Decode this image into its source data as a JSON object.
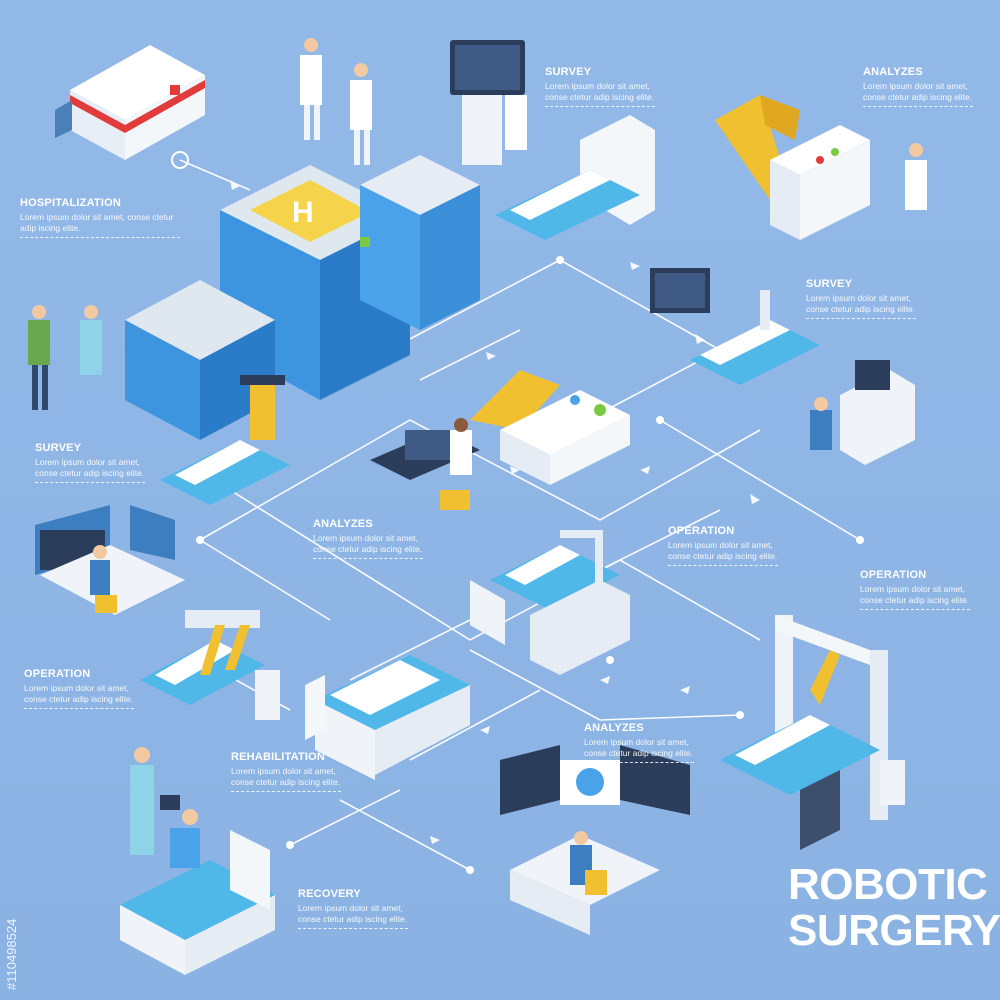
{
  "title": {
    "line1": "ROBOTIC",
    "line2": "SURGERY"
  },
  "steps": [
    {
      "heading": "HOSPITALIZATION",
      "body": "Lorem ipsum dolor sit amet, conse ctetur adip iscing elite."
    },
    {
      "heading": "SURVEY",
      "body": "Lorem ipsum dolor sit amet, conse ctetur adip iscing elite."
    },
    {
      "heading": "ANALYZES",
      "body": "Lorem ipsum dolor sit amet, conse ctetur adip iscing elite."
    },
    {
      "heading": "SURVEY",
      "body": "Lorem ipsum dolor sit amet, conse ctetur adip iscing elite."
    },
    {
      "heading": "SURVEY",
      "body": "Lorem ipsum dolor sit amet, conse ctetur adip iscing elite."
    },
    {
      "heading": "ANALYZES",
      "body": "Lorem ipsum dolor sit amet, conse ctetur adip iscing elite."
    },
    {
      "heading": "OPERATION",
      "body": "Lorem ipsum dolor sit amet, conse ctetur adip iscing elite."
    },
    {
      "heading": "OPERATION",
      "body": "Lorem ipsum dolor sit amet, conse ctetur adip iscing elite."
    },
    {
      "heading": "OPERATION",
      "body": "Lorem ipsum dolor sit amet, conse ctetur adip iscing elite."
    },
    {
      "heading": "REHABILITATION",
      "body": "Lorem ipsum dolor sit amet, conse ctetur adip iscing elite."
    },
    {
      "heading": "ANALYZES",
      "body": "Lorem ipsum dolor sit amet, conse ctetur adip iscing elite."
    },
    {
      "heading": "RECOVERY",
      "body": "Lorem ipsum dolor sit amet, conse ctetur adip iscing elite."
    }
  ],
  "watermark": "#110498524",
  "colors": {
    "background": "#8fb6e6",
    "text": "#ffffff",
    "building_blue": "#4aa3e8",
    "robot_yellow": "#f0c030",
    "bed_blue": "#4fb8e8"
  }
}
